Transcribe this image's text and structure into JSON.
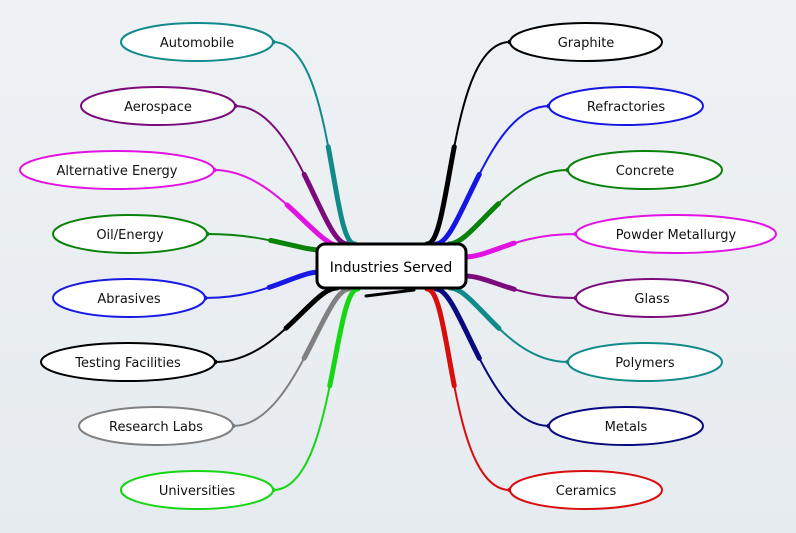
{
  "center": {
    "label": "Industries Served"
  },
  "left_nodes": [
    {
      "label": "Automobile",
      "color": "#138a8a"
    },
    {
      "label": "Aerospace",
      "color": "#7b0b7b"
    },
    {
      "label": "Alternative Energy",
      "color": "#e213e2"
    },
    {
      "label": "Oil/Energy",
      "color": "#0a820a"
    },
    {
      "label": "Abrasives",
      "color": "#1919e6"
    },
    {
      "label": "Testing Facilities",
      "color": "#000000"
    },
    {
      "label": "Research Labs",
      "color": "#808080"
    },
    {
      "label": "Universities",
      "color": "#16d616"
    }
  ],
  "right_nodes": [
    {
      "label": "Graphite",
      "color": "#000000"
    },
    {
      "label": "Refractories",
      "color": "#1616e2"
    },
    {
      "label": "Concrete",
      "color": "#0a820a"
    },
    {
      "label": "Powder Metallurgy",
      "color": "#e213e2"
    },
    {
      "label": "Glass",
      "color": "#7b0b7b"
    },
    {
      "label": "Polymers",
      "color": "#138a8a"
    },
    {
      "label": "Metals",
      "color": "#0a0a80"
    },
    {
      "label": "Ceramics",
      "color": "#d80d0d"
    }
  ]
}
